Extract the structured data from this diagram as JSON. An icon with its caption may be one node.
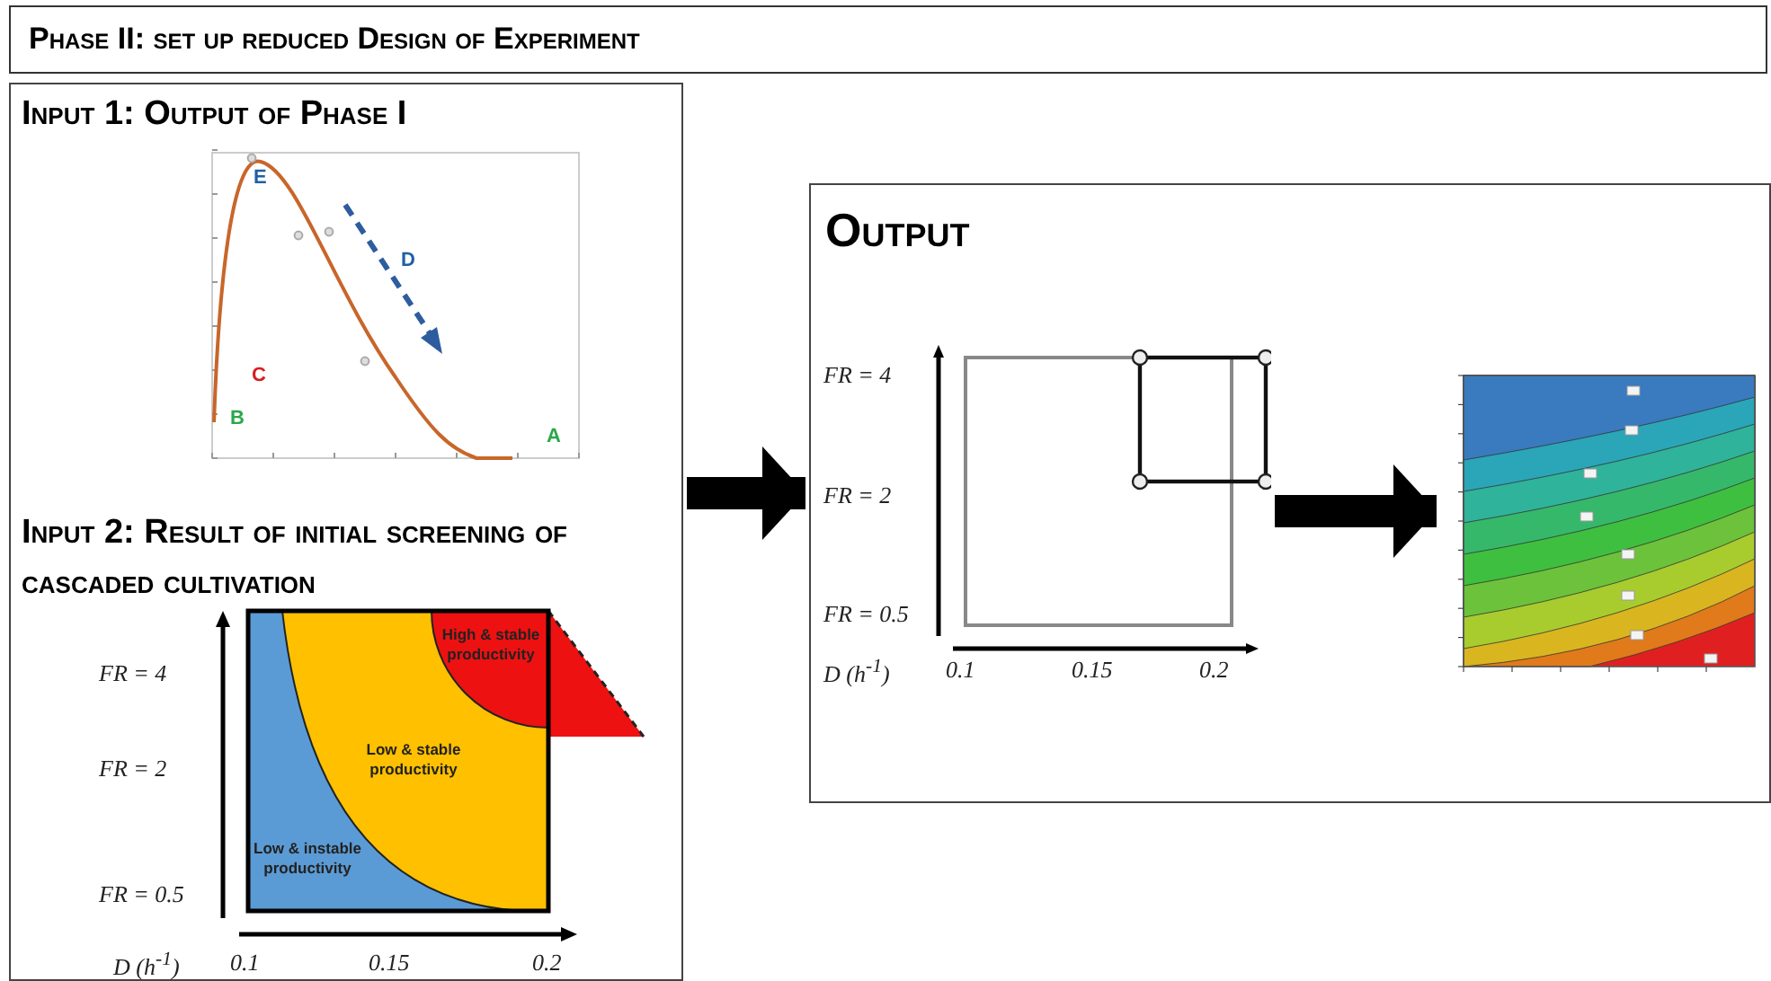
{
  "diagram": {
    "title": "Phase II: set up reduced Design of Experiment",
    "nodes": [
      {
        "text": [
          "Input 1: Output of Phase I",
          "Input 2: Result of initial screening of cascaded cultivation"
        ]
      },
      {
        "text": [
          "Output"
        ]
      },
      {
        "text": [],
        "shape": "picture",
        "in": 1
      },
      {
        "text": [],
        "shape": "picture",
        "in": 1
      }
    ],
    "edges": [
      {
        "from": 0,
        "to": 1,
        "arrow": "to"
      },
      {
        "from": 2,
        "to": 3,
        "arrow": "to"
      }
    ],
    "labels": [
      "E",
      "D",
      "C",
      "B",
      "A",
      "High & stable productivity",
      "Low & stable productivity",
      "Low & instable productivity",
      "FR =  4",
      "FR = 2",
      "FR =  0.5",
      "D (h$^{-1}$)",
      "0.1",
      "0.15",
      "0.2",
      "FR = 4",
      "FR = 2",
      "FR = 0.5",
      "D (h$^{-1}$)",
      "0.1",
      "0.15",
      "0.2"
    ]
  }
}
